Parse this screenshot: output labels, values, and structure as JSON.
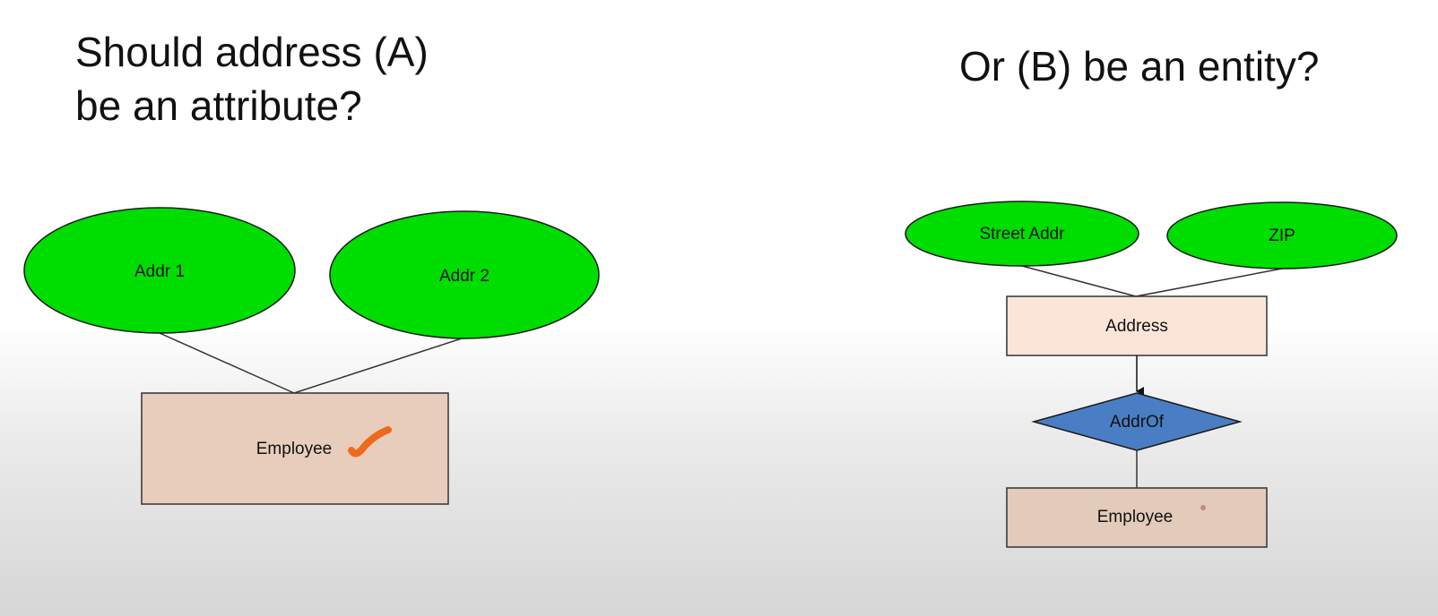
{
  "headings": {
    "option_a_line1": "Should address (A)",
    "option_a_line2": "be an attribute?",
    "option_b": "Or (B) be an entity?"
  },
  "diagram_a": {
    "attributes": [
      "Addr 1",
      "Addr 2"
    ],
    "entity": "Employee"
  },
  "diagram_b": {
    "attributes": [
      "Street Addr",
      "ZIP"
    ],
    "entity_top": "Address",
    "relationship": "AddrOf",
    "entity_bottom": "Employee"
  },
  "colors": {
    "attribute_fill": "#00dd00",
    "entity_a_fill": "#e8cdbc",
    "entity_address_fill": "#fbe5d8",
    "entity_employee_b_fill": "#e2cbbb",
    "relationship_fill": "#4a7ec4",
    "checkmark": "#ee6a1a"
  },
  "icons": {
    "annotation": "checkmark-icon"
  }
}
